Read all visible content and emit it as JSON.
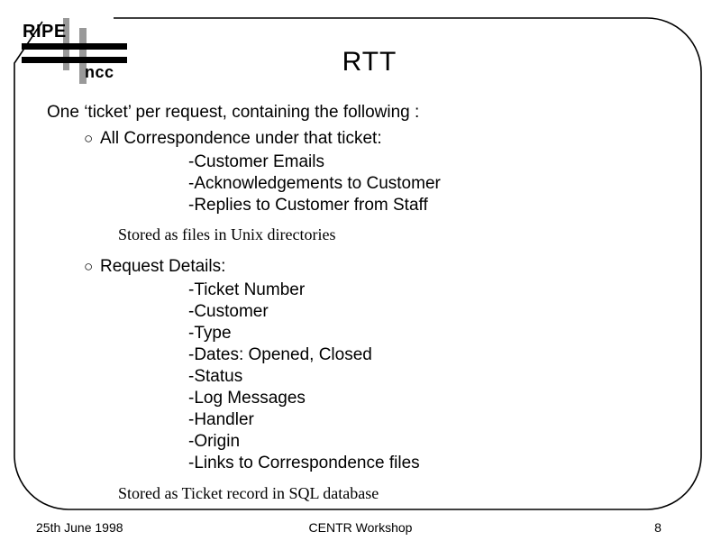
{
  "logo": {
    "top_text": "RIPE",
    "bottom_text": "ncc",
    "bar_color": "#999999",
    "stripe_color": "#000000"
  },
  "title": "RTT",
  "frame": {
    "border_color": "#000000"
  },
  "body": {
    "lead": "One ‘ticket’ per request, containing the following :",
    "sections": [
      {
        "bullet": "○",
        "heading": "All Correspondence under that ticket:",
        "items": [
          "-Customer Emails",
          "-Acknowledgements to Customer",
          "-Replies to Customer from Staff"
        ],
        "note": "Stored as files in Unix directories"
      },
      {
        "bullet": "○",
        "heading": "Request Details:",
        "items": [
          "-Ticket Number",
          "-Customer",
          "-Type",
          "-Dates: Opened, Closed",
          "-Status",
          "-Log Messages",
          "-Handler",
          "-Origin",
          "-Links to Correspondence files"
        ],
        "note": "Stored as Ticket record in SQL database"
      }
    ]
  },
  "footer": {
    "date": "25th June 1998",
    "event": "CENTR Workshop",
    "page": "8"
  }
}
